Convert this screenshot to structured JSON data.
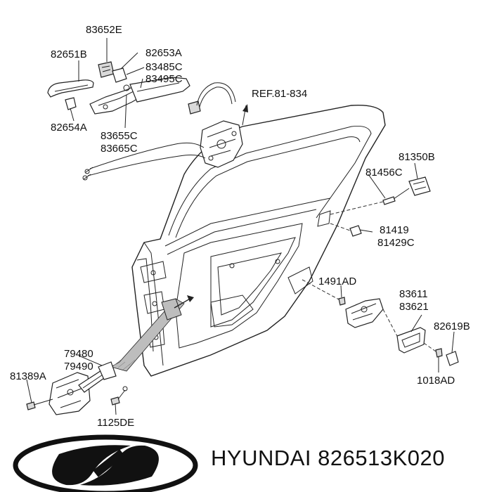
{
  "labels": {
    "p83652E": "83652E",
    "p82651B": "82651B",
    "p82653A": "82653A",
    "p83485C": "83485C",
    "p83495C": "83495C",
    "ref": "REF.81-834",
    "p82654A": "82654A",
    "p83655C": "83655C",
    "p83665C": "83665C",
    "p81350B": "81350B",
    "p81456C": "81456C",
    "p81419": "81419",
    "p81429C": "81429C",
    "p1491AD": "1491AD",
    "p83611": "83611",
    "p83621": "83621",
    "p82619B": "82619B",
    "p1018AD": "1018AD",
    "p79480": "79480",
    "p79490": "79490",
    "p81389A": "81389A",
    "p1125DE": "1125DE"
  },
  "footer": {
    "brand": "HYUNDAI",
    "part_number": "826513K020"
  },
  "logo": {
    "name": "hyundai-logo",
    "color": "#111111"
  }
}
